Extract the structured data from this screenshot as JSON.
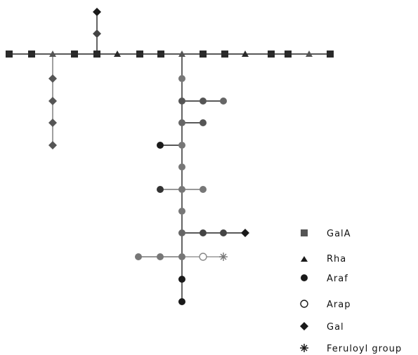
{
  "colors": {
    "ink": "#1a1a1a",
    "grey": "#6e6e6e",
    "link": "#222222"
  },
  "legend": [
    {
      "symbol": "square",
      "label": "GalA"
    },
    {
      "symbol": "triangle",
      "label": "Rha"
    },
    {
      "symbol": "filled-circle",
      "label": "Araf"
    },
    {
      "symbol": "open-circle",
      "label": "Arap"
    },
    {
      "symbol": "diamond",
      "label": "Gal"
    },
    {
      "symbol": "asterisk",
      "label": "Feruloyl group"
    }
  ]
}
